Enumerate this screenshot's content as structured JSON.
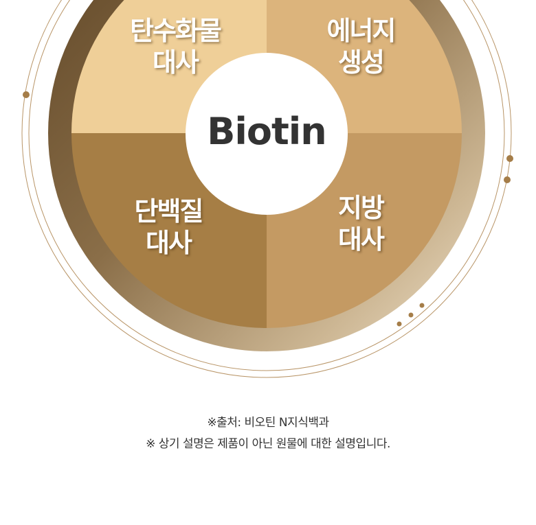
{
  "diagram": {
    "center": "Biotin",
    "quadrants": [
      {
        "line1": "탄수화물",
        "line2": "대사",
        "color": "#efcf98"
      },
      {
        "line1": "에너지",
        "line2": "생성",
        "color": "#dcb47c"
      },
      {
        "line1": "단백질",
        "line2": "대사",
        "color": "#a67e45"
      },
      {
        "line1": "지방",
        "line2": "대사",
        "color": "#c49a63"
      }
    ]
  },
  "footer": {
    "source": "※출처: 비오틴 N지식백과",
    "note": "※ 상기 설명은 제품이 아닌 원물에 대한 설명입니다."
  }
}
